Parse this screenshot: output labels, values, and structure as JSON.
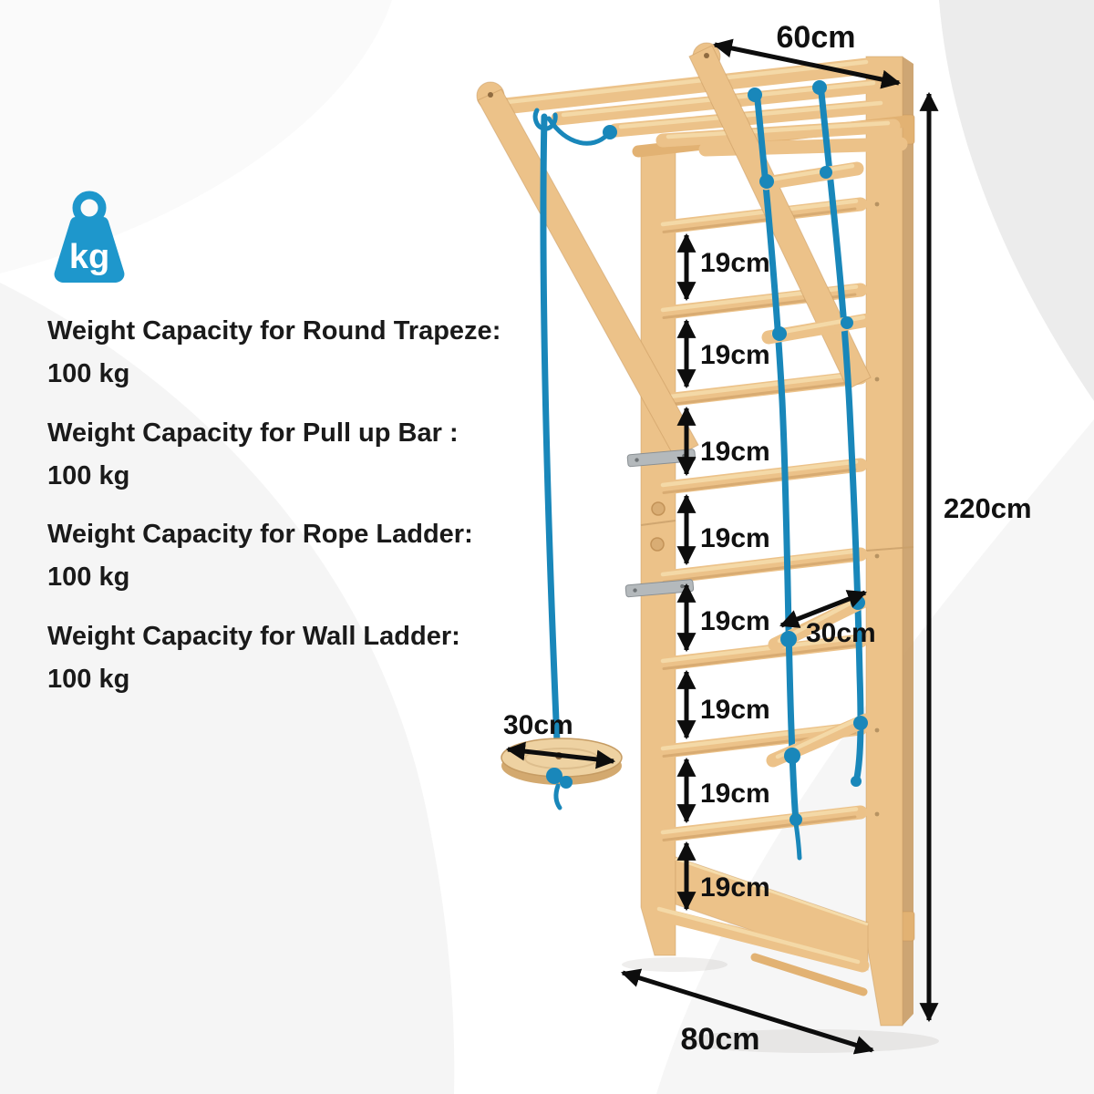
{
  "weight_badge": {
    "label": "kg"
  },
  "capacities": [
    {
      "title": "Weight Capacity for Round Trapeze:",
      "value": "100 kg"
    },
    {
      "title": "Weight Capacity for Pull up Bar :",
      "value": "100 kg"
    },
    {
      "title": "Weight Capacity for Rope Ladder:",
      "value": "100 kg"
    },
    {
      "title": "Weight Capacity for Wall Ladder:",
      "value": "100 kg"
    }
  ],
  "dimensions": {
    "top_width": "60cm",
    "total_height": "220cm",
    "base_width": "80cm",
    "rope_ladder_rung_width": "30cm",
    "trapeze_disc_diameter": "30cm",
    "rung_spacing": "19cm"
  },
  "colors": {
    "accent_blue": "#1e97cc",
    "rope_blue": "#1987ba",
    "wood_mid": "#ecc289",
    "arrow_black": "#0d0d0d"
  }
}
